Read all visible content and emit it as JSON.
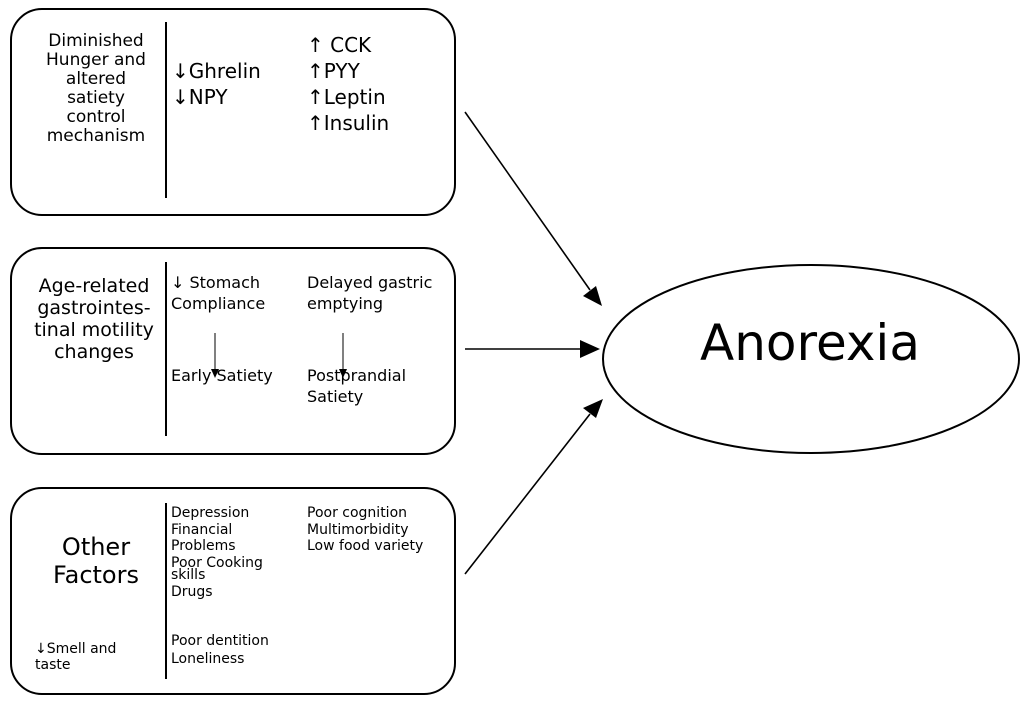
{
  "box1": {
    "title_lines": [
      "Diminished",
      "Hunger and",
      "altered",
      "satiety",
      "control",
      "mechanism"
    ],
    "left_items": [
      "↓Ghrelin",
      "↓NPY"
    ],
    "right_items": [
      "↑ CCK",
      "↑PYY",
      "↑Leptin",
      "↑Insulin"
    ]
  },
  "box2": {
    "title_lines": [
      "Age-related",
      "gastrointes-",
      "tinal motility",
      "changes"
    ],
    "col1_top": [
      "↓ Stomach",
      "Compliance"
    ],
    "col1_bottom": [
      "Early Satiety"
    ],
    "col2_top": [
      "Delayed gastric",
      "emptying"
    ],
    "col2_bottom": [
      "Postprandial",
      "Satiety"
    ]
  },
  "box3": {
    "title_lines": [
      "Other",
      "Factors"
    ],
    "sub_lines": [
      "↓Smell and",
      "taste"
    ],
    "col1_lines": [
      "Depression",
      "Financial",
      "Problems",
      "Poor Cooking",
      "skills",
      "Drugs"
    ],
    "col1_bottom_lines": [
      "Poor dentition",
      "Loneliness"
    ],
    "col2_lines": [
      "Poor cognition",
      "Multimorbidity",
      "Low food variety"
    ]
  },
  "target": {
    "label": "Anorexia"
  }
}
